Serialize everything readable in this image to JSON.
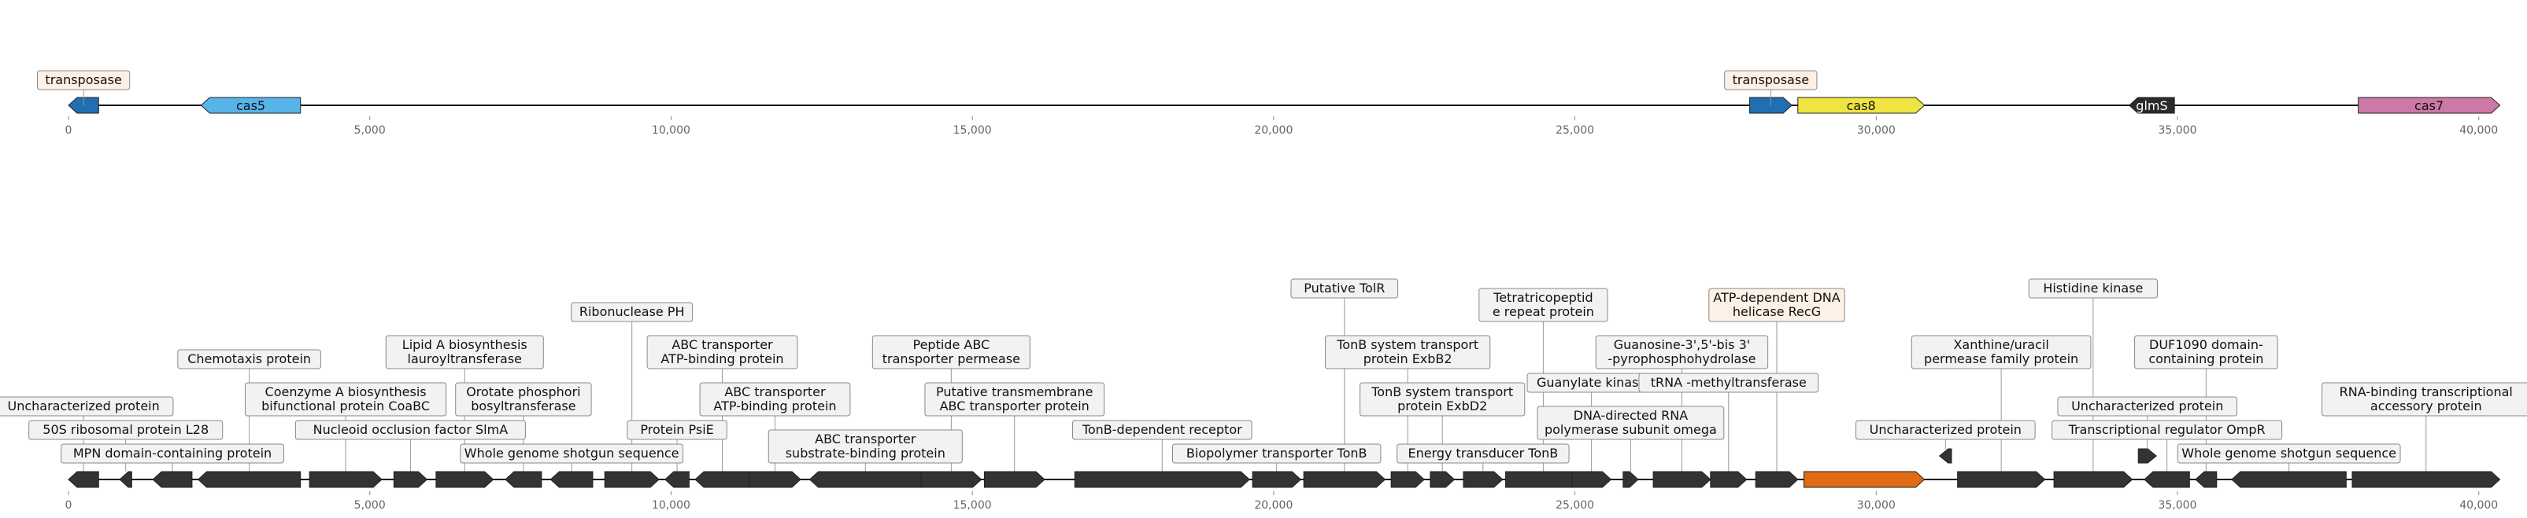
{
  "axis": {
    "ticks": [
      "0",
      "5,000",
      "10,000",
      "15,000",
      "20,000",
      "25,000",
      "30,000",
      "35,000",
      "40,000"
    ],
    "tick_values": [
      0,
      5000,
      10000,
      15000,
      20000,
      25000,
      30000,
      35000,
      40000
    ],
    "max": 40500
  },
  "track1": {
    "genes": [
      {
        "start": 0,
        "end": 500,
        "strand": -1,
        "color": "#1f6fb2",
        "inner": "",
        "label": "transposase"
      },
      {
        "start": 2200,
        "end": 3850,
        "strand": -1,
        "color": "#56b4e9",
        "inner": "cas5",
        "label": ""
      },
      {
        "start": 27900,
        "end": 28600,
        "strand": 1,
        "color": "#1f6fb2",
        "inner": "",
        "label": "transposase"
      },
      {
        "start": 28700,
        "end": 30800,
        "strand": 1,
        "color": "#f0e442",
        "inner": "cas8",
        "label": ""
      },
      {
        "start": 34200,
        "end": 34950,
        "strand": -1,
        "color": "#2b2b2b",
        "inner": "glmS",
        "label": ""
      },
      {
        "start": 38000,
        "end": 40350,
        "strand": 1,
        "color": "#cc79a7",
        "inner": "cas7",
        "label": ""
      }
    ]
  },
  "track2": {
    "genes": [
      {
        "start": 0,
        "end": 500,
        "strand": -1,
        "label": [
          "Uncharacterized protein"
        ],
        "level": 2
      },
      {
        "start": 850,
        "end": 1050,
        "strand": -1,
        "label": [
          "50S ribosomal protein L28"
        ],
        "level": 1
      },
      {
        "start": 1400,
        "end": 2050,
        "strand": -1,
        "label": [
          "MPN domain-containing protein"
        ],
        "level": 0
      },
      {
        "start": 2150,
        "end": 3850,
        "strand": -1,
        "label": [
          "Chemotaxis protein"
        ],
        "level": 4
      },
      {
        "start": 4000,
        "end": 5200,
        "strand": 1,
        "label": [
          "Coenzyme A biosynthesis",
          "bifunctional protein CoaBC"
        ],
        "level": 2
      },
      {
        "start": 5400,
        "end": 5950,
        "strand": 1,
        "label": [
          "Nucleoid occlusion factor SlmA"
        ],
        "level": 1
      },
      {
        "start": 6100,
        "end": 7050,
        "strand": 1,
        "label": [
          "Lipid A biosynthesis",
          "lauroyltransferase"
        ],
        "level": 4
      },
      {
        "start": 7250,
        "end": 7850,
        "strand": -1,
        "label": [
          "Orotate phosphori",
          "bosyltransferase"
        ],
        "level": 2
      },
      {
        "start": 8000,
        "end": 8700,
        "strand": -1,
        "label": [
          "Whole genome shotgun sequence"
        ],
        "level": 0
      },
      {
        "start": 8900,
        "end": 9800,
        "strand": 1,
        "label": [
          "Ribonuclease PH"
        ],
        "level": 6
      },
      {
        "start": 9900,
        "end": 10300,
        "strand": -1,
        "label": [
          "Protein PsiE"
        ],
        "level": 1
      },
      {
        "start": 10400,
        "end": 11300,
        "strand": -1,
        "label": [
          "ABC transporter",
          "ATP-binding protein"
        ],
        "level": 4
      },
      {
        "start": 11300,
        "end": 12150,
        "strand": 1,
        "label": [
          "ABC transporter",
          "ATP-binding protein"
        ],
        "level": 2
      },
      {
        "start": 12300,
        "end": 14150,
        "strand": -1,
        "label": [
          "ABC transporter",
          "substrate-binding protein"
        ],
        "level": 0
      },
      {
        "start": 14150,
        "end": 15150,
        "strand": 1,
        "label": [
          "Peptide ABC",
          "transporter permease"
        ],
        "level": 4
      },
      {
        "start": 15200,
        "end": 16200,
        "strand": 1,
        "label": [
          "Putative transmembrane",
          "ABC transporter protein"
        ],
        "level": 2
      },
      {
        "start": 16700,
        "end": 19600,
        "strand": 1,
        "label": [
          "TonB-dependent receptor"
        ],
        "level": 1
      },
      {
        "start": 19650,
        "end": 20450,
        "strand": 1,
        "label": [
          "Biopolymer transporter TonB"
        ],
        "level": 0
      },
      {
        "start": 20500,
        "end": 21850,
        "strand": 1,
        "label": [
          "Putative TolR"
        ],
        "level": 7
      },
      {
        "start": 21950,
        "end": 22500,
        "strand": 1,
        "label": [
          "TonB system transport",
          "protein ExbB2"
        ],
        "level": 4
      },
      {
        "start": 22600,
        "end": 23000,
        "strand": 1,
        "label": [
          "TonB system transport",
          "protein ExbD2"
        ],
        "level": 2
      },
      {
        "start": 23150,
        "end": 23800,
        "strand": 1,
        "label": [
          "Energy transducer TonB"
        ],
        "level": 0
      },
      {
        "start": 23850,
        "end": 25100,
        "strand": 1,
        "label": [
          "Tetratricopeptid",
          "e repeat protein"
        ],
        "level": 6
      },
      {
        "start": 24950,
        "end": 25600,
        "strand": 1,
        "label": [
          "Guanylate kinase"
        ],
        "level": 3
      },
      {
        "start": 25800,
        "end": 26050,
        "strand": 1,
        "label": [
          "DNA-directed RNA",
          "polymerase subunit omega"
        ],
        "level": 1
      },
      {
        "start": 26300,
        "end": 27250,
        "strand": 1,
        "label": [
          "Guanosine-3',5'-bis 3'",
          "-pyrophosphohydrolase"
        ],
        "level": 4
      },
      {
        "start": 27250,
        "end": 27850,
        "strand": 1,
        "label": [
          "tRNA -methyltransferase"
        ],
        "level": 3
      },
      {
        "start": 28000,
        "end": 28700,
        "strand": 1,
        "label": [
          "ATP-dependent DNA",
          "helicase RecG"
        ],
        "level": 6,
        "highlight": true
      },
      {
        "start": 28800,
        "end": 30800,
        "strand": 1,
        "label": [],
        "level": 0,
        "color": "#e06b12"
      },
      {
        "start": 31050,
        "end": 31250,
        "strand": -1,
        "label": [
          "Uncharacterized protein"
        ],
        "level": 1,
        "raised": true
      },
      {
        "start": 31350,
        "end": 32800,
        "strand": 1,
        "label": [
          "Xanthine/uracil",
          "permease family protein"
        ],
        "level": 4
      },
      {
        "start": 32950,
        "end": 34250,
        "strand": 1,
        "label": [
          "Histidine kinase"
        ],
        "level": 7
      },
      {
        "start": 34350,
        "end": 34650,
        "strand": 1,
        "label": [
          "Uncharacterized protein"
        ],
        "level": 2,
        "raised": true
      },
      {
        "start": 34450,
        "end": 35200,
        "strand": -1,
        "label": [
          "Transcriptional regulator OmpR"
        ],
        "level": 1
      },
      {
        "start": 35300,
        "end": 35650,
        "strand": -1,
        "label": [
          "DUF1090 domain-",
          "containing protein"
        ],
        "level": 4
      },
      {
        "start": 35900,
        "end": 37800,
        "strand": -1,
        "label": [
          "Whole genome shotgun sequence"
        ],
        "level": 0
      },
      {
        "start": 37900,
        "end": 40350,
        "strand": 1,
        "label": [
          "RNA-binding transcriptional",
          "accessory protein"
        ],
        "level": 2
      }
    ]
  }
}
